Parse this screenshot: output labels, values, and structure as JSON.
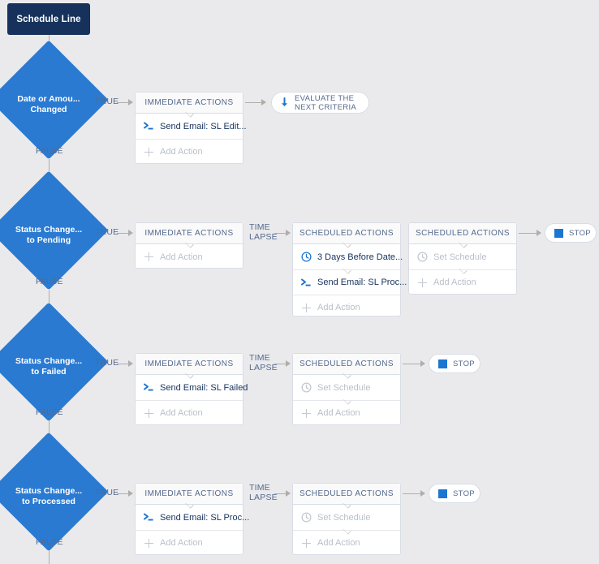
{
  "canvas": {
    "background": "#eaeaec",
    "accent_blue": "#2a7ad2",
    "navy": "#16325c",
    "label_color": "#54698d",
    "border_color": "#d8dde6"
  },
  "start": {
    "label": "Schedule Line"
  },
  "labels": {
    "true": "TRUE",
    "false": "FALSE",
    "time_lapse_line1": "TIME",
    "time_lapse_line2": "LAPSE",
    "immediate_actions": "IMMEDIATE ACTIONS",
    "scheduled_actions": "SCHEDULED ACTIONS",
    "add_action": "Add Action",
    "set_schedule": "Set Schedule",
    "stop": "STOP",
    "evaluate_line1": "EVALUATE THE",
    "evaluate_line2": "NEXT CRITERIA"
  },
  "rows": [
    {
      "criteria_line1": "Date or Amou...",
      "criteria_line2": "Changed",
      "immediate_actions": [
        {
          "icon": "apex-code-icon",
          "text": "Send Email: SL Edit...",
          "muted": false
        }
      ],
      "end_pill": "evaluate-next-criteria"
    },
    {
      "criteria_line1": "Status Change...",
      "criteria_line2": "to Pending",
      "immediate_actions": [],
      "scheduled_groups": [
        {
          "schedule": {
            "icon": "clock-icon",
            "text": "3 Days Before Date...",
            "muted": false
          },
          "actions": [
            {
              "icon": "apex-code-icon",
              "text": "Send Email: SL Proc...",
              "muted": false
            }
          ]
        },
        {
          "schedule": {
            "icon": "clock-icon",
            "text": "Set Schedule",
            "muted": true
          },
          "actions": []
        }
      ],
      "end_pill": "stop"
    },
    {
      "criteria_line1": "Status Change...",
      "criteria_line2": "to Failed",
      "immediate_actions": [
        {
          "icon": "apex-code-icon",
          "text": "Send Email: SL Failed",
          "muted": false
        }
      ],
      "scheduled_groups": [
        {
          "schedule": {
            "icon": "clock-icon",
            "text": "Set Schedule",
            "muted": true
          },
          "actions": []
        }
      ],
      "end_pill": "stop"
    },
    {
      "criteria_line1": "Status Change...",
      "criteria_line2": "to Processed",
      "immediate_actions": [
        {
          "icon": "apex-code-icon",
          "text": "Send Email: SL Proc...",
          "muted": false
        }
      ],
      "scheduled_groups": [
        {
          "schedule": {
            "icon": "clock-icon",
            "text": "Set Schedule",
            "muted": true
          },
          "actions": []
        }
      ],
      "end_pill": "stop"
    }
  ]
}
